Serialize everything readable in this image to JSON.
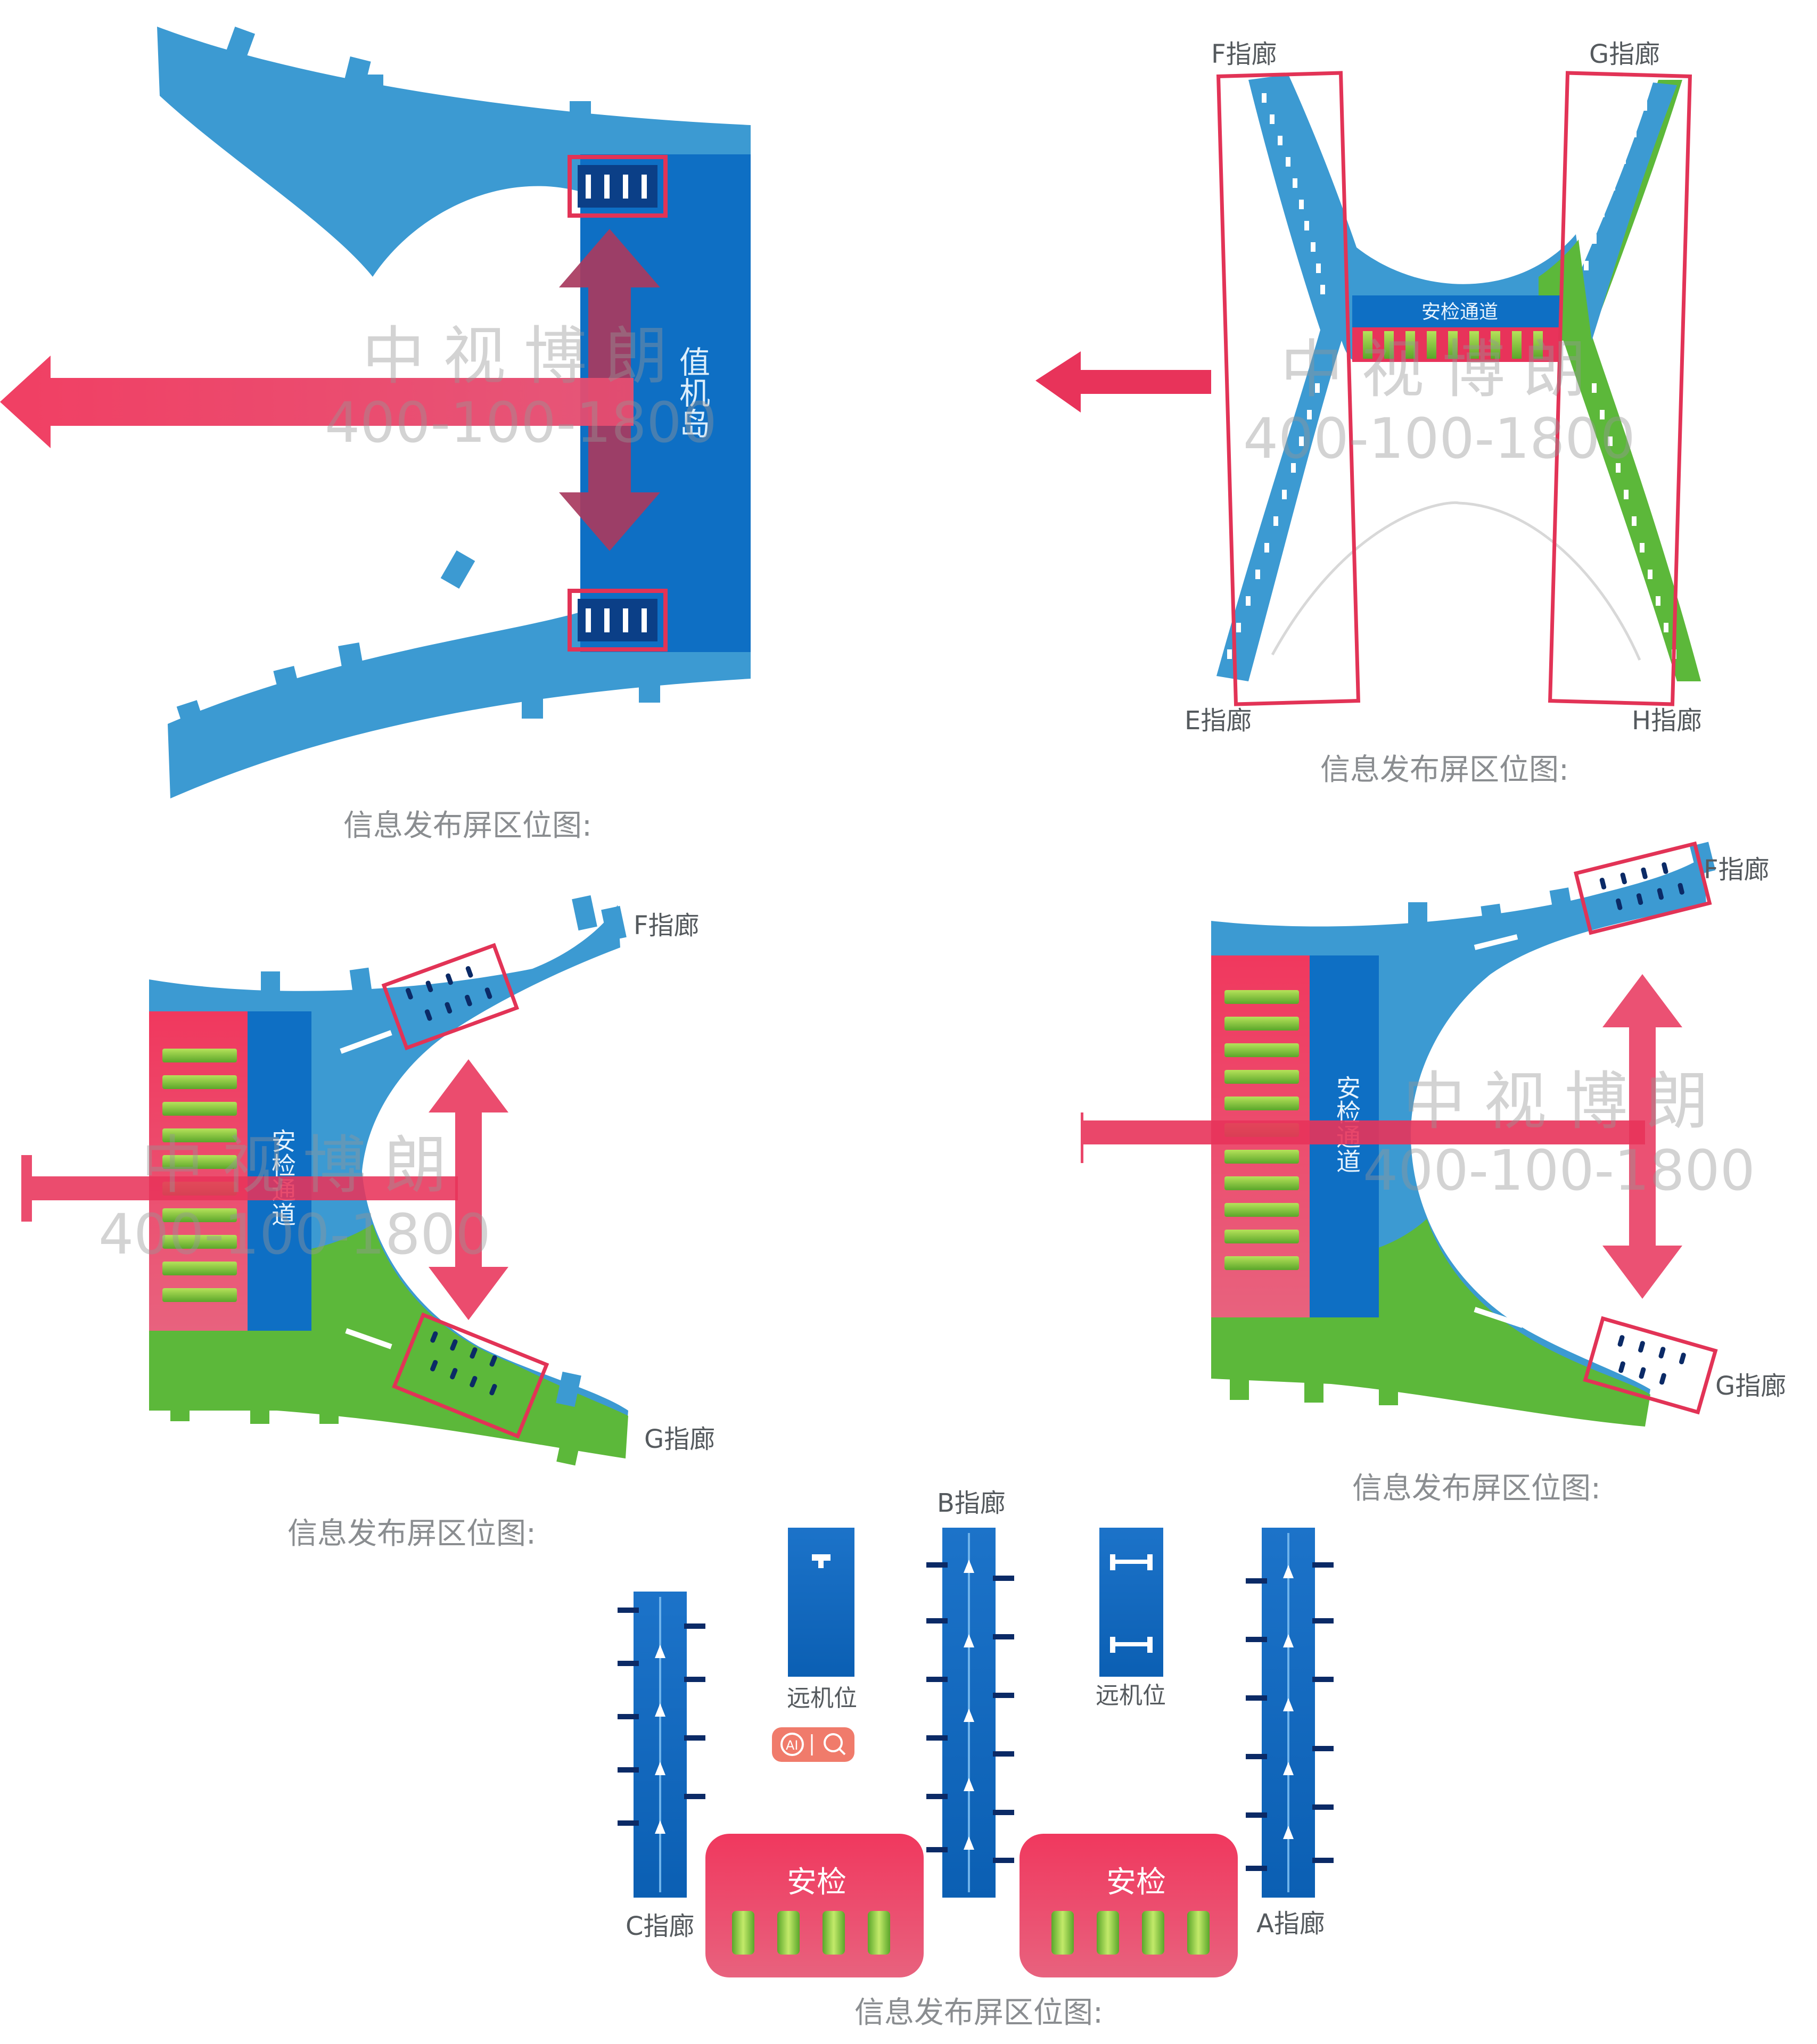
{
  "watermark": {
    "brand": "中视博朗",
    "phone": "400-100-1800"
  },
  "caption": "信息发布屏区位图:",
  "panel1": {
    "checkin_label": "值机岛",
    "caption": "信息发布屏区位图:"
  },
  "panel2": {
    "pier_f": "F指廊",
    "pier_g": "G指廊",
    "pier_e": "E指廊",
    "pier_h": "H指廊",
    "security_label": "安检通道",
    "caption": "信息发布屏区位图:"
  },
  "panel3": {
    "pier_f": "F指廊",
    "pier_g": "G指廊",
    "security_label": "安检通道",
    "caption": "信息发布屏区位图:"
  },
  "panel4": {
    "pier_f": "F指廊",
    "pier_g": "G指廊",
    "security_label": "安检通道",
    "caption": "信息发布屏区位图:"
  },
  "panel5": {
    "pier_a": "A指廊",
    "pier_b": "B指廊",
    "pier_c": "C指廊",
    "remote_stand_1": "远机位",
    "remote_stand_2": "远机位",
    "security_left": "安检",
    "security_right": "安检",
    "ai_badge": "AI",
    "caption": "信息发布屏区位图:"
  },
  "colors": {
    "light_blue": "#3c9ad2",
    "dark_blue": "#0e6fc4",
    "green": "#5cb83a",
    "red": "#e8335a",
    "maroon": "#a83a5e",
    "gate_mark": "#0b2a66"
  }
}
